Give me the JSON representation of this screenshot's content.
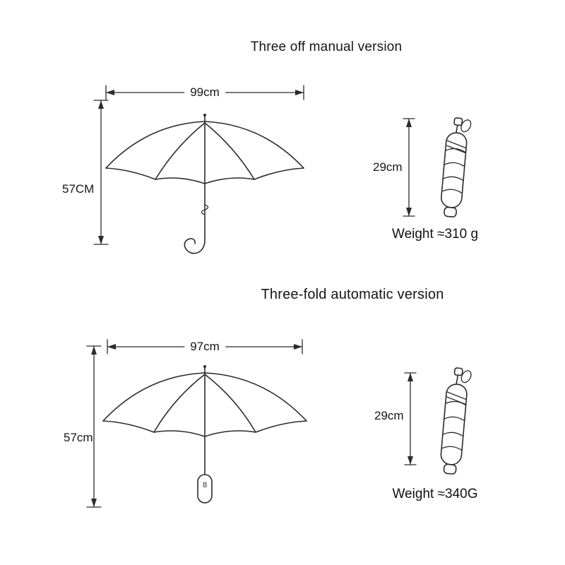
{
  "page": {
    "background": "#ffffff",
    "line_color": "#2b2b2b"
  },
  "manual": {
    "title": "Three off manual version",
    "open": {
      "width": "99cm",
      "height": "57CM"
    },
    "folded": {
      "height": "29cm",
      "weight": "Weight ≈310 g"
    }
  },
  "automatic": {
    "title": "Three-fold automatic version",
    "open": {
      "width": "97cm",
      "height": "57cm",
      "handle_mark": "8"
    },
    "folded": {
      "height": "29cm",
      "weight": "Weight ≈340G"
    }
  }
}
